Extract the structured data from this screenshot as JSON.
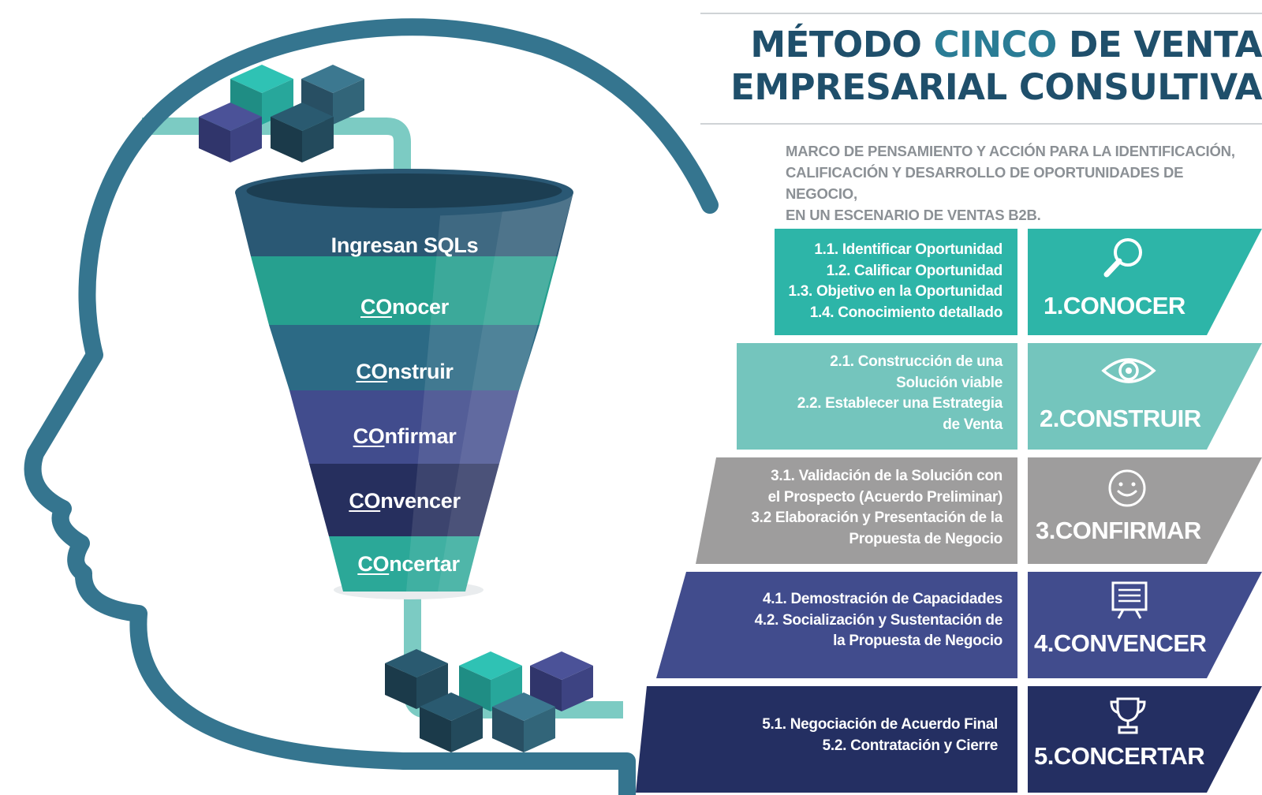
{
  "title": {
    "line1_part1": "MÉTODO ",
    "line1_accent": "CINCO",
    "line1_part2": " DE VENTA",
    "line2": "EMPRESARIAL CONSULTIVA"
  },
  "subtitle": {
    "line1": "MARCO DE PENSAMIENTO Y ACCIÓN PARA LA IDENTIFICACIÓN,",
    "line2": "CALIFICACIÓN Y DESARROLLO DE OPORTUNIDADES DE NEGOCIO,",
    "line3": "EN UN ESCENARIO DE VENTAS B2B."
  },
  "funnel": {
    "top": "Ingresan SQLs",
    "levels": [
      {
        "prefix": "CO",
        "rest": "nocer"
      },
      {
        "prefix": "CO",
        "rest": "nstruir"
      },
      {
        "prefix": "CO",
        "rest": "nfirmar"
      },
      {
        "prefix": "CO",
        "rest": "nvencer"
      },
      {
        "prefix": "CO",
        "rest": "ncertar"
      }
    ]
  },
  "steps": [
    {
      "title": "1.CONOCER",
      "icon": "magnifier-icon",
      "color": "#2db5a8",
      "items": [
        "1.1. Identificar Oportunidad",
        "1.2. Calificar Oportunidad",
        "1.3. Objetivo en la Oportunidad",
        "1.4. Conocimiento detallado"
      ]
    },
    {
      "title": "2.CONSTRUIR",
      "icon": "eye-icon",
      "color": "#74c5bd",
      "items": [
        "2.1. Construcción de una",
        "Solución viable",
        "2.2. Establecer una Estrategia",
        "de Venta"
      ]
    },
    {
      "title": "3.CONFIRMAR",
      "icon": "smiley-icon",
      "color": "#9e9d9d",
      "items": [
        "3.1. Validación de la Solución con",
        "el Prospecto (Acuerdo Preliminar)",
        "3.2 Elaboración y Presentación de la",
        "Propuesta de Negocio"
      ]
    },
    {
      "title": "4.CONVENCER",
      "icon": "presentation-board-icon",
      "color": "#414c8d",
      "items": [
        "4.1. Demostración de Capacidades",
        "4.2. Socialización y Sustentación de",
        "la Propuesta de Negocio"
      ]
    },
    {
      "title": "5.CONCERTAR",
      "icon": "trophy-icon",
      "color": "#242f62",
      "items": [
        "5.1. Negociación de Acuerdo Final",
        "5.2. Contratación y Cierre"
      ]
    }
  ],
  "colors": {
    "head_outline": "#35758f",
    "pipe": "#7ccbc3",
    "title_dark": "#1f4f6b",
    "title_accent": "#2a7c95",
    "subtitle": "#8b9095",
    "funnel_top": "#2a5874",
    "funnel_1": "#26a08f",
    "funnel_2": "#2c6a85",
    "funnel_3": "#414c8d",
    "funnel_4": "#262f5e",
    "funnel_5": "#2ba898"
  }
}
